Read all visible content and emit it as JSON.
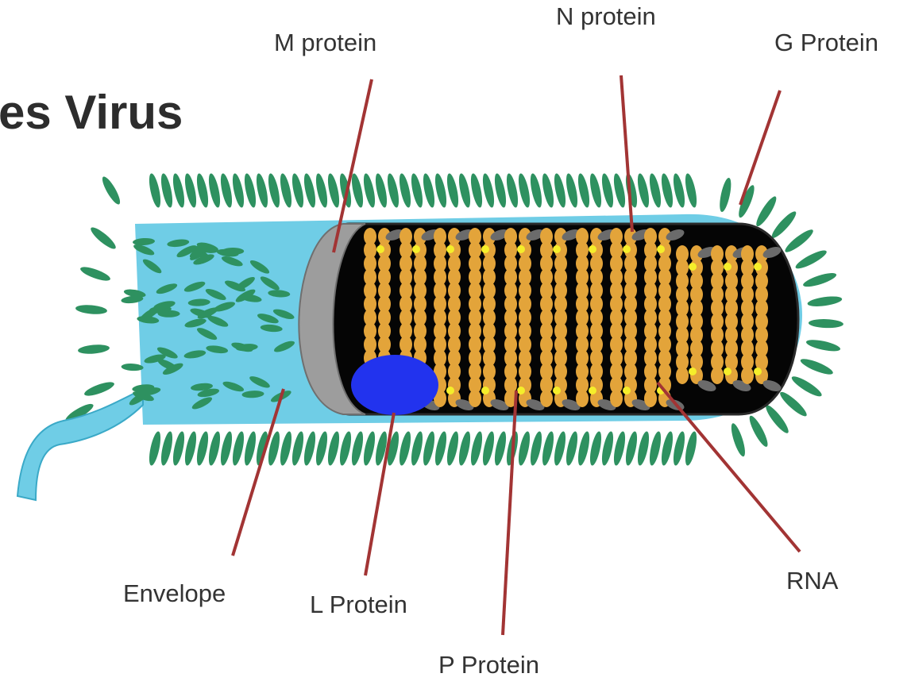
{
  "title": "es Virus",
  "labels": {
    "m_protein": "M protein",
    "n_protein": "N protein",
    "g_protein": "G Protein",
    "envelope": "Envelope",
    "l_protein": "L Protein",
    "p_protein": "P  Protein",
    "rna": "RNA"
  },
  "colors": {
    "spike": "#2e9160",
    "envelope": "#6fcde6",
    "core": "#050505",
    "n_protein_bead": "#e3a43a",
    "rna_node": "#f5ee2a",
    "link": "#6b6b6b",
    "m_protein": "#9d9d9d",
    "l_protein": "#2233ee",
    "leader_line": "#a23434"
  }
}
